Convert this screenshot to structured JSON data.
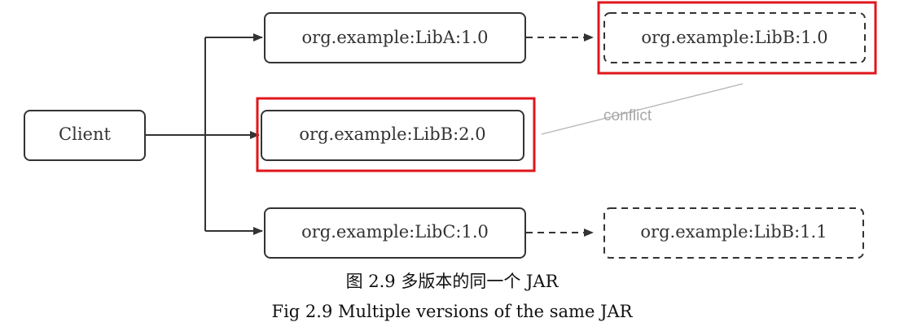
{
  "diagram": {
    "nodes": {
      "client": "Client",
      "lib_a": "org.example:LibA:1.0",
      "lib_b_1_0": "org.example:LibB:1.0",
      "lib_b_2_0": "org.example:LibB:2.0",
      "lib_c": "org.example:LibC:1.0",
      "lib_b_1_1": "org.example:LibB:1.1"
    },
    "conflict_label": "conflict",
    "highlight_color": "#e0161b"
  },
  "caption": {
    "chinese": "图 2.9  多版本的同一个 JAR",
    "english": "Fig 2.9 Multiple versions of the same JAR"
  }
}
